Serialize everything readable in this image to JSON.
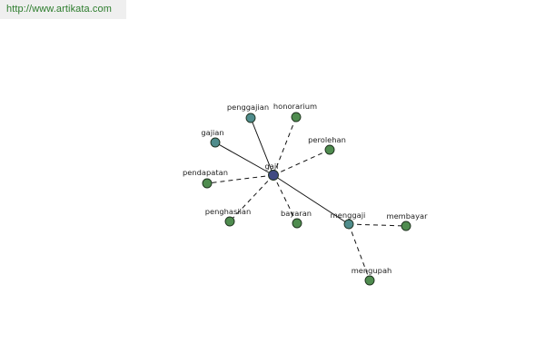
{
  "header": {
    "url": "http://www.artikata.com"
  },
  "graph": {
    "colors": {
      "center": "#3f4a82",
      "related": "#4f8c8c",
      "leaf": "#4f8c4f"
    },
    "nodes": [
      {
        "id": "gaji",
        "label": "gaji",
        "kind": "center"
      },
      {
        "id": "penggajian",
        "label": "penggajian",
        "kind": "related"
      },
      {
        "id": "gajian",
        "label": "gajian",
        "kind": "related"
      },
      {
        "id": "menggaji",
        "label": "menggaji",
        "kind": "related"
      },
      {
        "id": "honorarium",
        "label": "honorarium",
        "kind": "leaf"
      },
      {
        "id": "perolehan",
        "label": "perolehan",
        "kind": "leaf"
      },
      {
        "id": "pendapatan",
        "label": "pendapatan",
        "kind": "leaf"
      },
      {
        "id": "penghasilan",
        "label": "penghasilan",
        "kind": "leaf"
      },
      {
        "id": "bayaran",
        "label": "bayaran",
        "kind": "leaf"
      },
      {
        "id": "membayar",
        "label": "membayar",
        "kind": "leaf"
      },
      {
        "id": "mengupah",
        "label": "mengupah",
        "kind": "leaf"
      }
    ],
    "edges": [
      {
        "from": "gaji",
        "to": "penggajian",
        "style": "solid"
      },
      {
        "from": "gaji",
        "to": "gajian",
        "style": "solid"
      },
      {
        "from": "gaji",
        "to": "menggaji",
        "style": "solid"
      },
      {
        "from": "gaji",
        "to": "honorarium",
        "style": "dashed"
      },
      {
        "from": "gaji",
        "to": "perolehan",
        "style": "dashed"
      },
      {
        "from": "gaji",
        "to": "pendapatan",
        "style": "dashed"
      },
      {
        "from": "gaji",
        "to": "penghasilan",
        "style": "dashed"
      },
      {
        "from": "gaji",
        "to": "bayaran",
        "style": "dashed"
      },
      {
        "from": "menggaji",
        "to": "membayar",
        "style": "dashed"
      },
      {
        "from": "menggaji",
        "to": "mengupah",
        "style": "dashed"
      }
    ]
  }
}
